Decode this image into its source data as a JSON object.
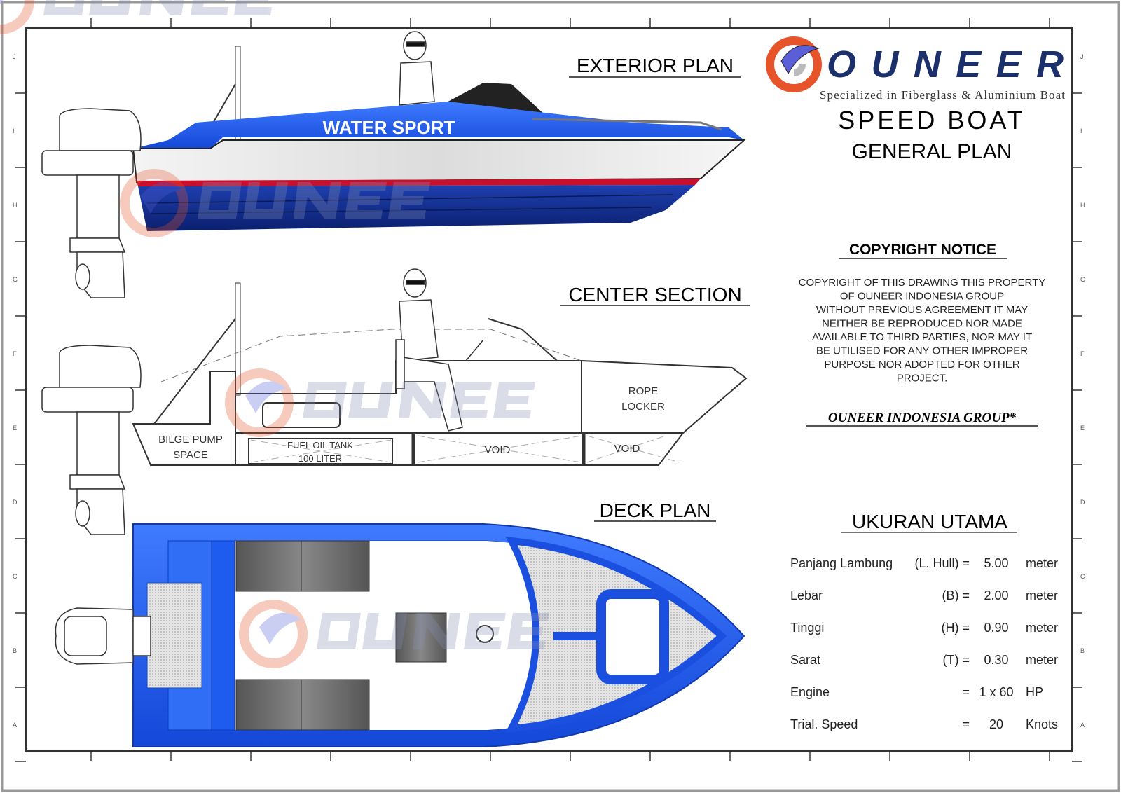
{
  "colors": {
    "hull_blue": "#1f5ff0",
    "navy": "#0d2a8a",
    "stripe_red": "#c8102e",
    "logo_navy": "#1b2f6b",
    "logo_orange": "#e8542a"
  },
  "margin_letters": [
    "J",
    "I",
    "H",
    "G",
    "F",
    "E",
    "D",
    "C",
    "B",
    "A"
  ],
  "logo": {
    "name": "OUNEER",
    "tagline": "Specialized in Fiberglass & Aluminium Boat"
  },
  "title": {
    "main": "SPEED BOAT",
    "sub": "GENERAL PLAN"
  },
  "views": {
    "exterior": {
      "title": "EXTERIOR PLAN",
      "hull_text": "WATER SPORT"
    },
    "center": {
      "title": "CENTER SECTION",
      "labels": {
        "bilge1": "BILGE PUMP",
        "bilge2": "SPACE",
        "tank1": "FUEL OIL TANK",
        "tank2": "100 LITER",
        "void1": "VOID",
        "void2": "VOID",
        "rope1": "ROPE",
        "rope2": "LOCKER"
      }
    },
    "deck": {
      "title": "DECK PLAN"
    }
  },
  "copyright": {
    "heading": "COPYRIGHT NOTICE",
    "lines": [
      "COPYRIGHT OF THIS DRAWING THIS PROPERTY",
      "OF OUNEER INDONESIA GROUP",
      "WITHOUT PREVIOUS AGREEMENT IT MAY",
      "NEITHER BE REPRODUCED NOR MADE",
      "AVAILABLE TO THIRD PARTIES, NOR MAY IT",
      "BE UTILISED FOR ANY OTHER IMPROPER",
      "PURPOSE NOR ADOPTED FOR OTHER",
      "PROJECT."
    ],
    "company": "OUNEER INDONESIA GROUP*"
  },
  "specs": {
    "heading": "UKURAN UTAMA",
    "rows": [
      {
        "label": "Panjang Lambung",
        "symbol": "(L. Hull) =",
        "value": "5.00",
        "unit": "meter"
      },
      {
        "label": "Lebar",
        "symbol": "(B) =",
        "value": "2.00",
        "unit": "meter"
      },
      {
        "label": "Tinggi",
        "symbol": "(H) =",
        "value": "0.90",
        "unit": "meter"
      },
      {
        "label": "Sarat",
        "symbol": "(T) =",
        "value": "0.30",
        "unit": "meter"
      },
      {
        "label": "Engine",
        "symbol": "=",
        "value": "1 x 60",
        "unit": "HP"
      },
      {
        "label": "Trial. Speed",
        "symbol": "=",
        "value": "20",
        "unit": "Knots"
      }
    ]
  }
}
